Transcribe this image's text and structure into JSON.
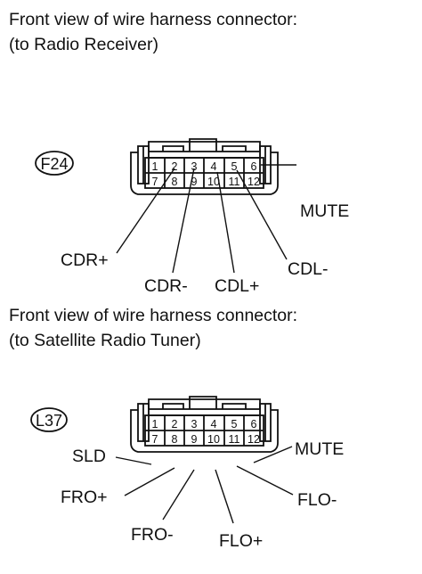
{
  "connectors": [
    {
      "heading_line1": "Front view of wire harness connector:",
      "heading_line2": "(to Radio Receiver)",
      "code": "F24",
      "pins": [
        "1",
        "2",
        "3",
        "4",
        "5",
        "6",
        "7",
        "8",
        "9",
        "10",
        "11",
        "12"
      ],
      "labels": {
        "mute": "MUTE",
        "cdr_plus": "CDR+",
        "cdr_minus": "CDR-",
        "cdl_plus": "CDL+",
        "cdl_minus": "CDL-"
      }
    },
    {
      "heading_line1": "Front view of wire harness connector:",
      "heading_line2": "(to Satellite Radio Tuner)",
      "code": "L37",
      "pins": [
        "1",
        "2",
        "3",
        "4",
        "5",
        "6",
        "7",
        "8",
        "9",
        "10",
        "11",
        "12"
      ],
      "labels": {
        "sld": "SLD",
        "mute": "MUTE",
        "fro_plus": "FRO+",
        "fro_minus": "FRO-",
        "flo_plus": "FLO+",
        "flo_minus": "FLO-"
      }
    }
  ]
}
